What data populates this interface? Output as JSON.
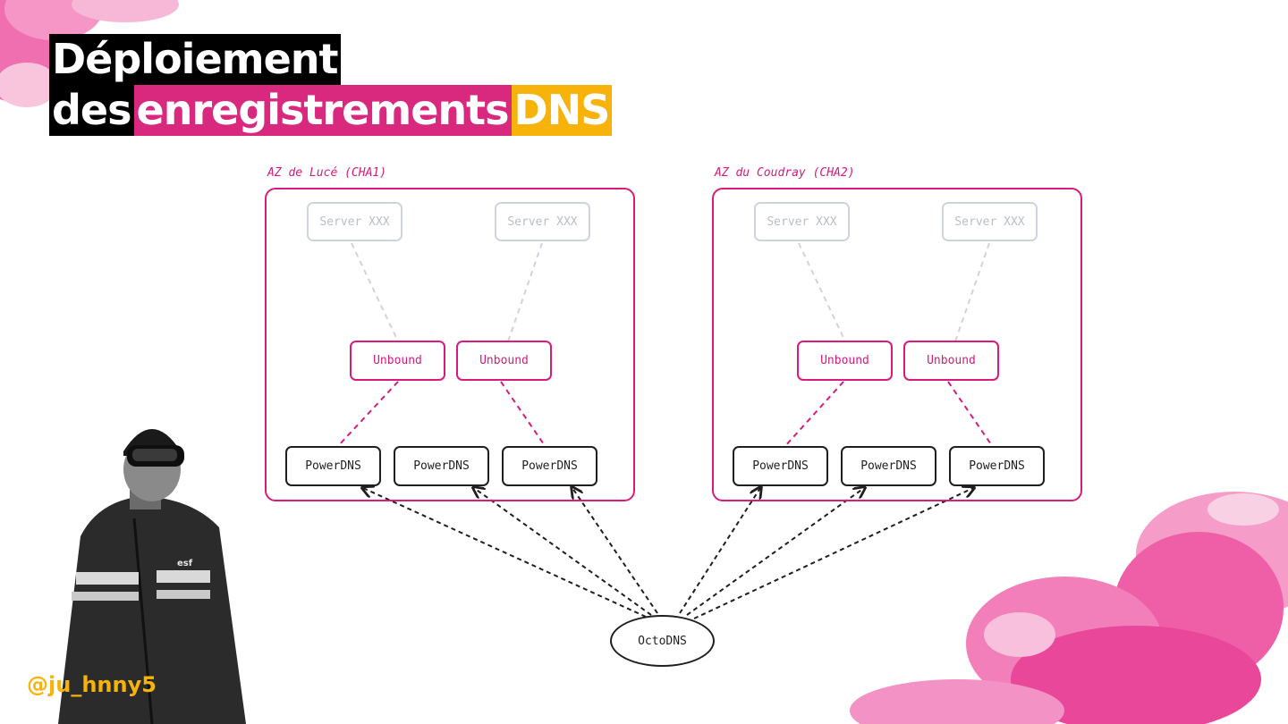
{
  "slide": {
    "title_line1": "Déploiement",
    "title_line2_part1": "des",
    "title_line2_part2": "enregistrements",
    "title_line2_part3": "DNS",
    "handle": "@ju_hnny5"
  },
  "diagram": {
    "zones": [
      {
        "label": "AZ de Lucé (CHA1)",
        "servers": [
          "Server XXX",
          "Server XXX"
        ],
        "resolvers": [
          "Unbound",
          "Unbound"
        ],
        "authoritative": [
          "PowerDNS",
          "PowerDNS",
          "PowerDNS"
        ]
      },
      {
        "label": "AZ du Coudray (CHA2)",
        "servers": [
          "Server XXX",
          "Server XXX"
        ],
        "resolvers": [
          "Unbound",
          "Unbound"
        ],
        "authoritative": [
          "PowerDNS",
          "PowerDNS",
          "PowerDNS"
        ]
      }
    ],
    "source": "OctoDNS"
  },
  "colors": {
    "accent_pink": "#d81b7c",
    "accent_yellow": "#f7b30a",
    "server_grey": "#cfd4dc",
    "ink": "#1f1f1f"
  },
  "icons": {
    "speaker_photo": "person-silhouette",
    "decorations": "pink-cloud-blobs"
  }
}
